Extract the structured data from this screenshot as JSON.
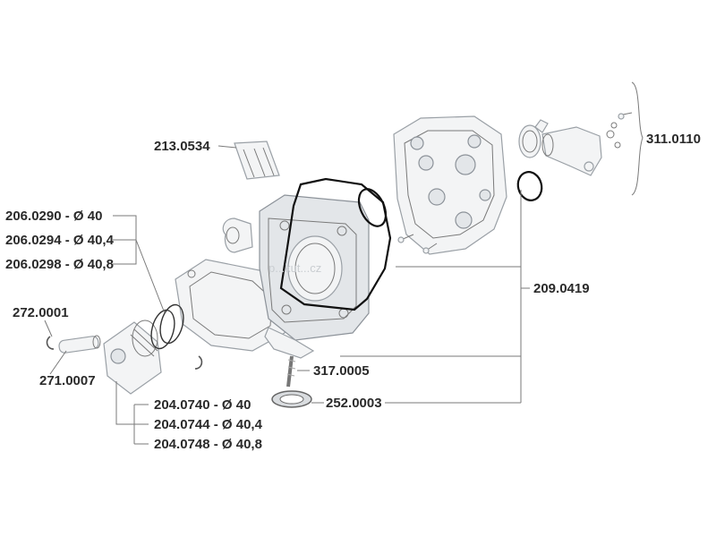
{
  "labels": {
    "p213_0534": "213.0534",
    "p206_0290": "206.0290 - Ø 40",
    "p206_0294": "206.0294 - Ø 40,4",
    "p206_0298": "206.0298 - Ø 40,8",
    "p272_0001": "272.0001",
    "p271_0007": "271.0007",
    "p204_0740": "204.0740 - Ø 40",
    "p204_0744": "204.0744 - Ø 40,4",
    "p204_0748": "204.0748 - Ø 40,8",
    "p317_0005": "317.0005",
    "p252_0003": "252.0003",
    "p209_0419": "209.0419",
    "p311_0110": "311.0110"
  },
  "watermark": "p...kut...cz",
  "colors": {
    "label": "#2a2a2a",
    "leader": "#7a7a7a",
    "gasket": "#111111",
    "part": "#9aa0a6"
  }
}
